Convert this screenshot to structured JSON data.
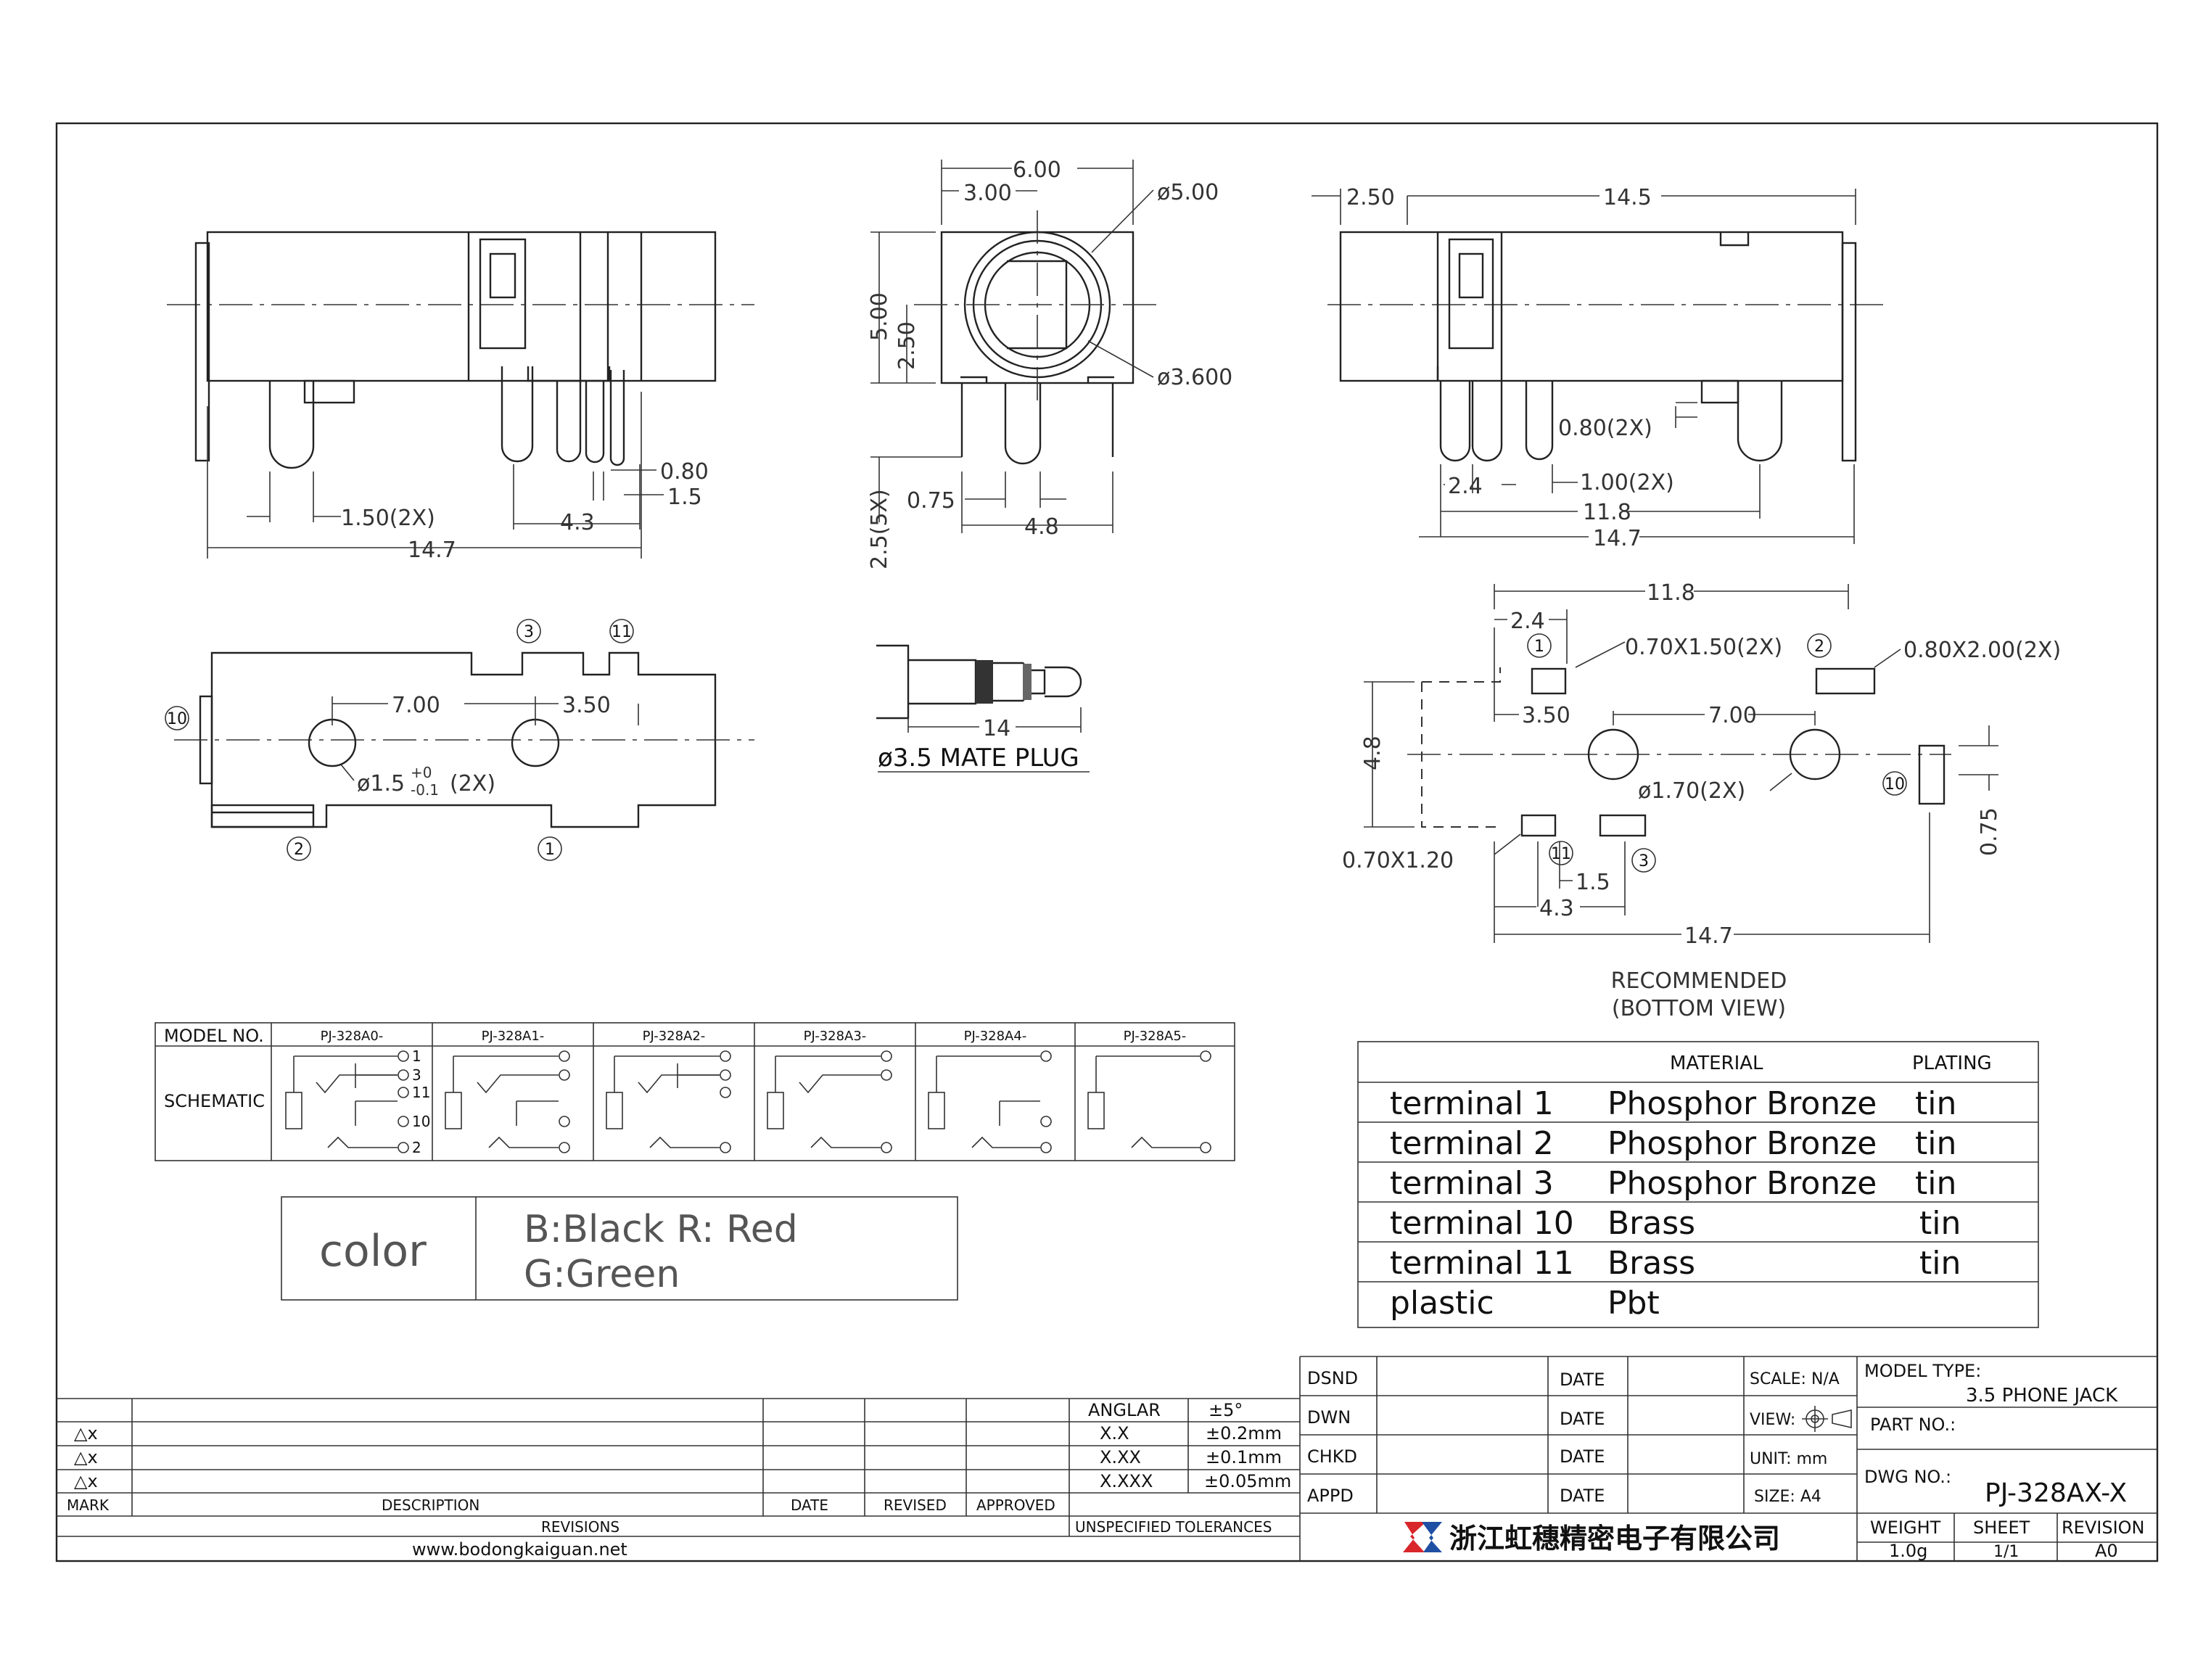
{
  "side_view": {
    "dims": [
      "1.50(2X)",
      "14.7",
      "4.3",
      "0.80",
      "1.5"
    ]
  },
  "front_view": {
    "dims": [
      "6.00",
      "3.00",
      "5.00",
      "2.50",
      "2.5(5X)",
      "0.75",
      "4.8"
    ],
    "d_outer": "ø5.00",
    "d_inner": "ø3.600"
  },
  "right_view": {
    "dims": [
      "2.50",
      "14.5",
      "0.80(2X)",
      "2.4",
      "1.00(2X)",
      "11.8",
      "14.7"
    ]
  },
  "bottom_view": {
    "dims": [
      "7.00",
      "3.50"
    ],
    "hole": "ø1.5",
    "tol_plus": "+0",
    "tol_minus": "-0.1",
    "hole_count": "(2X)",
    "pins": [
      "3",
      "11",
      "10",
      "2",
      "1"
    ]
  },
  "plug": {
    "dim": "14",
    "label": "ø3.5 MATE PLUG"
  },
  "footprint": {
    "dims": [
      "11.8",
      "2.4",
      "3.50",
      "7.00",
      "4.8",
      "1.5",
      "4.3",
      "14.7",
      "0.75"
    ],
    "pad1": "0.70X1.50(2X)",
    "pad2": "0.80X2.00(2X)",
    "hole": "ø1.70(2X)",
    "pad3": "0.70X1.20",
    "pins": [
      "1",
      "2",
      "10",
      "11",
      "3"
    ],
    "title": "RECOMMENDED",
    "subtitle": "(BOTTOM VIEW)"
  },
  "model_table": {
    "header": "MODEL NO.",
    "row_label": "SCHEMATIC",
    "models": [
      "PJ-328A0-",
      "PJ-328A1-",
      "PJ-328A2-",
      "PJ-328A3-",
      "PJ-328A4-",
      "PJ-328A5-"
    ],
    "pin_labels": [
      "1",
      "3",
      "11",
      "10",
      "2"
    ]
  },
  "color_box": {
    "label": "color",
    "line1": "B:Black  R:  Red",
    "line2": "G:Green"
  },
  "material_table": {
    "headers": [
      "MATERIAL",
      "PLATING"
    ],
    "rows": [
      [
        "terminal 1",
        "Phosphor Bronze",
        "tin"
      ],
      [
        "terminal 2",
        "Phosphor Bronze",
        "tin"
      ],
      [
        "terminal 3",
        "Phosphor Bronze",
        "tin"
      ],
      [
        "terminal 10",
        "Brass",
        "tin"
      ],
      [
        "terminal 11",
        "Brass",
        "tin"
      ],
      [
        "plastic",
        "Pbt",
        ""
      ]
    ]
  },
  "revisions": {
    "marks": [
      "△x",
      "△x",
      "△x"
    ],
    "headers": [
      "MARK",
      "DESCRIPTION",
      "DATE",
      "REVISED",
      "APPROVED"
    ],
    "title": "REVISIONS",
    "website": "www.bodongkaiguan.net"
  },
  "tolerances": {
    "rows": [
      [
        "ANGLAR",
        "±5°"
      ],
      [
        "X.X",
        "±0.2mm"
      ],
      [
        "X.XX",
        "±0.1mm"
      ],
      [
        "X.XXX",
        "±0.05mm"
      ]
    ],
    "title": "UNSPECIFIED TOLERANCES"
  },
  "signoff": {
    "roles": [
      "DSND",
      "DWN",
      "CHKD",
      "APPD"
    ],
    "date_label": "DATE",
    "scale": "SCALE: N/A",
    "view": "VIEW:",
    "unit": "UNIT: mm",
    "size": "SIZE: A4"
  },
  "title_block": {
    "model_type_label": "MODEL TYPE:",
    "model_type": "3.5 PHONE JACK",
    "part_no_label": "PART NO.:",
    "dwg_no_label": "DWG NO.:",
    "dwg_no": "PJ-328AX-X",
    "company": "浙江虹穗精密电子有限公司",
    "weight_label": "WEIGHT",
    "weight": "1.0g",
    "sheet_label": "SHEET",
    "sheet": "1/1",
    "revision_label": "REVISION",
    "revision": "A0"
  },
  "colors": {
    "logo_red": "#d8262b",
    "logo_blue": "#1f4fa3"
  }
}
